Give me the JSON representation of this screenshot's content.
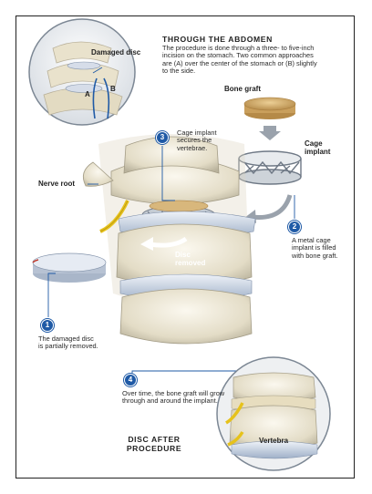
{
  "colors": {
    "marker_blue": "#1f5aa6",
    "bone": "#e8e2cf",
    "graft": "#d8b77c",
    "nerve": "#e6c21c",
    "disc": "#cfd8e8",
    "line": "#1f5aa6"
  },
  "inset": {
    "label": "Damaged disc",
    "approach_a": "A",
    "approach_b": "B"
  },
  "abdomen": {
    "heading": "THROUGH THE ABDOMEN",
    "text": "The procedure is done through a three- to five-inch incision on the stomach. Two common approaches are (A) over the center of the stomach or (B) slightly to the side."
  },
  "labels": {
    "bone_graft": "Bone graft",
    "cage_implant": "Cage implant",
    "nerve_root": "Nerve root",
    "disc_removed": "Disc removed",
    "vertebra": "Vertebra",
    "disc_after": "DISC AFTER PROCEDURE"
  },
  "steps": [
    {
      "number": "1",
      "text": "The damaged disc is partially removed."
    },
    {
      "number": "2",
      "text": "A metal cage implant is filled with bone graft."
    },
    {
      "number": "3",
      "text": "Cage implant secures the vertebrae."
    },
    {
      "number": "4",
      "text": "Over time, the bone graft will grow through and around the implant."
    }
  ]
}
